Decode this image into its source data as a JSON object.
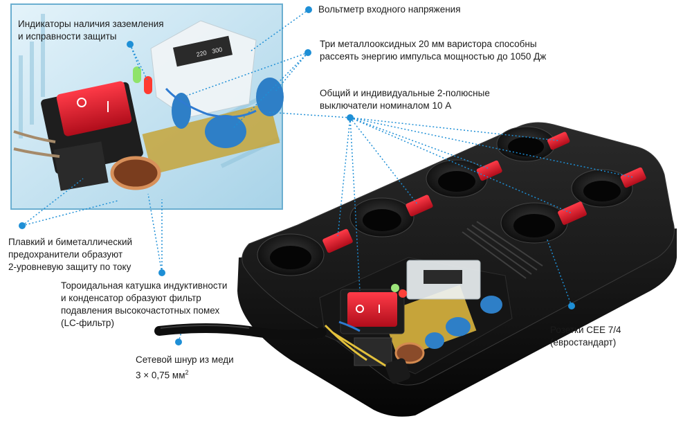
{
  "callouts": {
    "voltmeter": "Вольтметр входного напряжения",
    "indicators": "Индикаторы наличия заземления\nи исправности защиты",
    "varistors": "Три металлооксидных 20 мм варистора способны\nрассеять энергию импульса мощностью до 1050 Дж",
    "switches": "Общий и индивидуальные 2-полюсные\nвыключатели номиналом 10 А",
    "fuses": "Плавкий и биметаллический\nпредохранители образуют\n2-уровневую защиту по току",
    "lc_filter": "Тороидальная катушка индуктивности\nи конденсатор образуют фильтр\nподавления высокочастотных помех\n(LC-фильтр)",
    "cable_text": "Сетевой шнур из меди\n3 × 0,75 мм",
    "cable_sup": "2",
    "sockets": "Розетки CEE 7/4\n(евростандарт)"
  },
  "meter_scale": [
    "220",
    "300"
  ],
  "colors": {
    "accent": "#1e8fd6",
    "body": "#1a1a1a",
    "switch": "#d7182a",
    "inset_bg": "#cfe7f3"
  }
}
